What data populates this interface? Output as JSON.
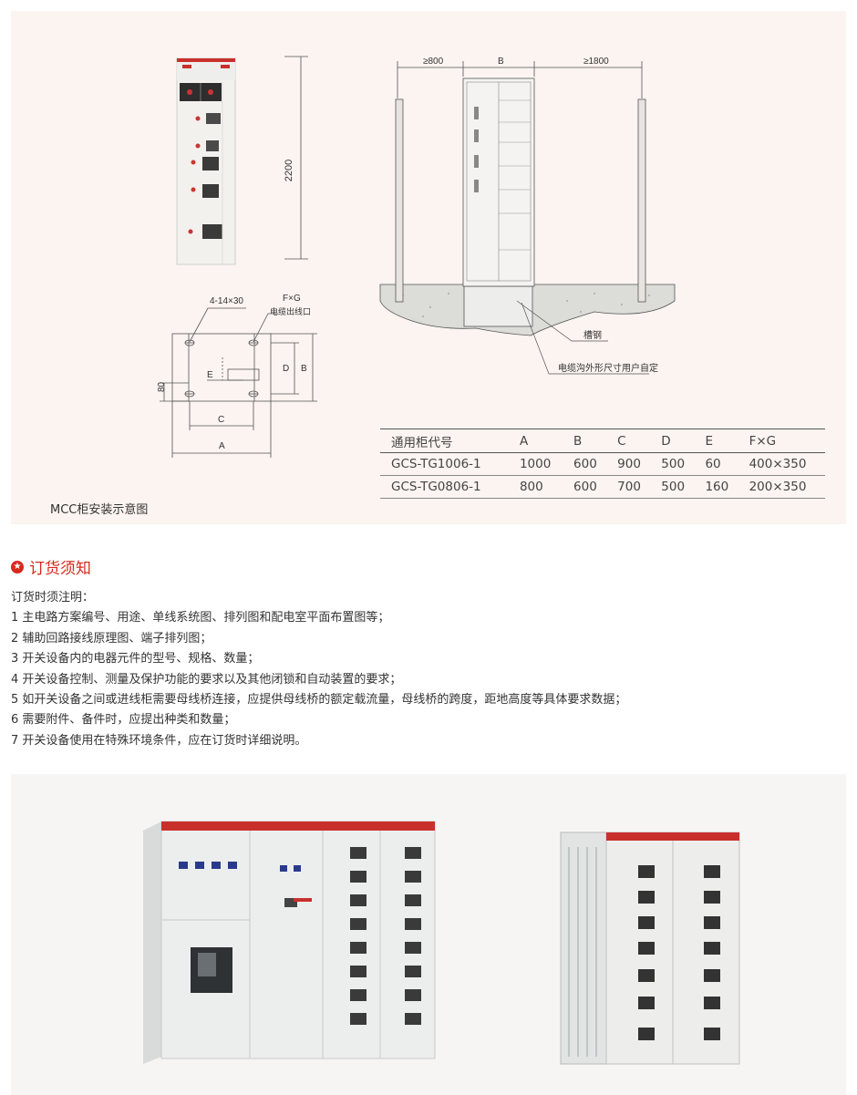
{
  "drawing": {
    "dim_2200": "2200",
    "dim_800": "≥800",
    "dim_b": "B",
    "dim_1800": "≥1800",
    "label_hole": "4-14×30",
    "label_fg": "F×G",
    "label_cable_exit": "电缆出线口",
    "label_d": "D",
    "label_b2": "B",
    "label_e": "E",
    "label_80": "80",
    "label_c": "C",
    "label_a": "A",
    "label_channel": "槽钢",
    "label_trench": "电缆沟外形尺寸用户自定"
  },
  "caption": "MCC柜安装示意图",
  "table": {
    "headers": [
      "通用柜代号",
      "A",
      "B",
      "C",
      "D",
      "E",
      "F×G"
    ],
    "rows": [
      [
        "GCS-TG1006-1",
        "1000",
        "600",
        "900",
        "500",
        "60",
        "400×350"
      ],
      [
        "GCS-TG0806-1",
        "800",
        "600",
        "700",
        "500",
        "160",
        "200×350"
      ]
    ]
  },
  "order": {
    "title": "订货须知",
    "intro": "订货时须注明：",
    "items": [
      "1 主电路方案编号、用途、单线系统图、排列图和配电室平面布置图等；",
      "2 辅助回路接线原理图、端子排列图；",
      "3 开关设备内的电器元件的型号、规格、数量；",
      "4 开关设备控制、测量及保护功能的要求以及其他闭锁和自动装置的要求；",
      "5 如开关设备之间或进线柜需要母线桥连接，应提供母线桥的额定载流量，母线桥的跨度，距地高度等具体要求数据；",
      "6 需要附件、备件时，应提出种类和数量；",
      "7 开关设备使用在特殊环境条件，应在订货时详细说明。"
    ]
  },
  "colors": {
    "accent": "#d62a1e",
    "panel_bg": "#fbf4f0"
  }
}
